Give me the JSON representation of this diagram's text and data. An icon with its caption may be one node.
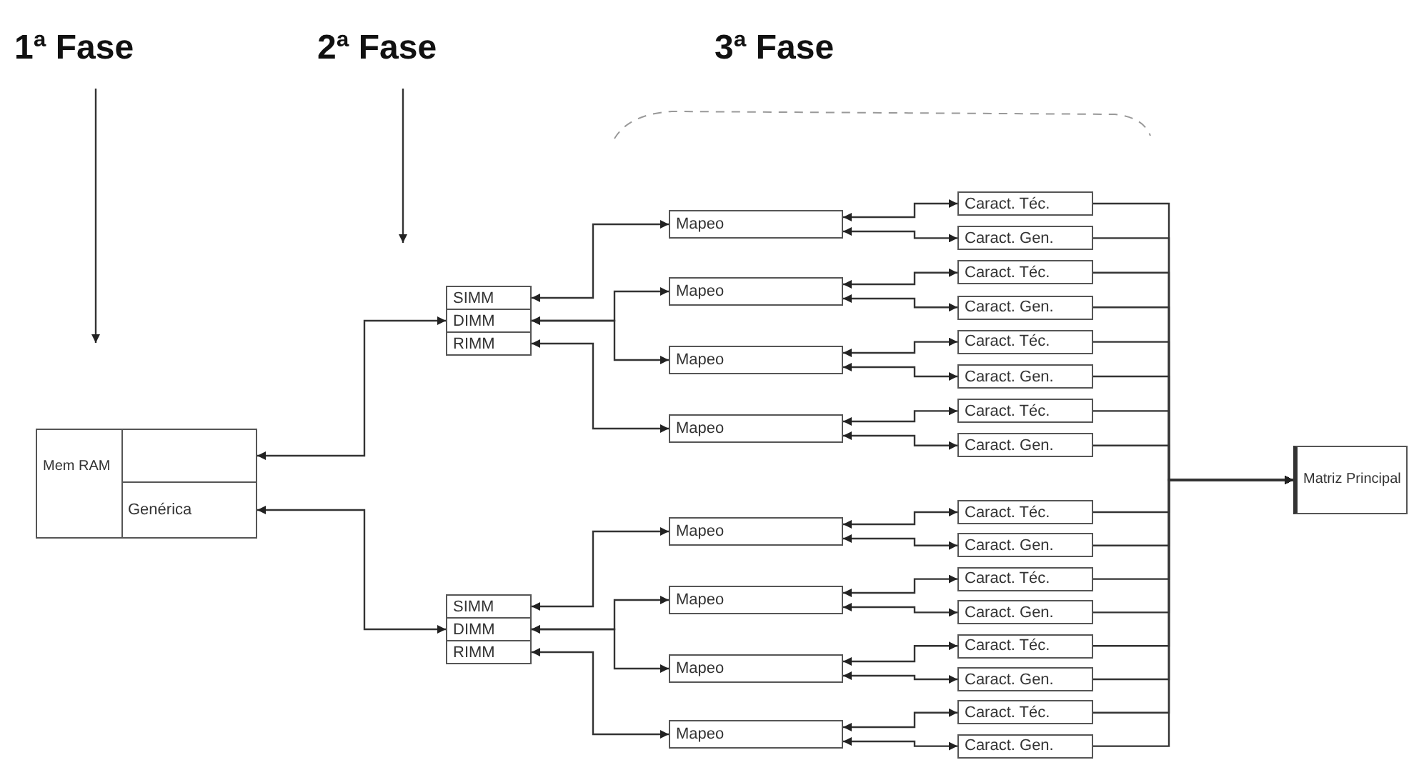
{
  "diagram": {
    "nodes": [
      {
        "text": [
          "1ª Fase"
        ]
      },
      {
        "text": [
          "2ª Fase"
        ]
      },
      {
        "text": [
          "Mem RAM"
        ]
      },
      {
        "text": [],
        "shape": "box",
        "in": 2
      },
      {
        "text": [
          "Genérica"
        ],
        "in": 2
      },
      {
        "text": [
          "SIMM"
        ]
      },
      {
        "text": [
          "DIMM"
        ]
      },
      {
        "text": [
          "RIMM"
        ]
      },
      {
        "text": [
          "Mapeo"
        ]
      },
      {
        "text": [
          "Mapeo"
        ]
      },
      {
        "text": [
          "Mapeo"
        ]
      },
      {
        "text": [
          "Mapeo"
        ]
      },
      {
        "text": [
          "Caract. Téc."
        ]
      },
      {
        "text": [
          "Caract. Gen."
        ]
      },
      {
        "text": [
          "Caract. Téc."
        ]
      },
      {
        "text": [
          "Caract. Gen."
        ]
      },
      {
        "text": [
          "Caract. Téc."
        ]
      },
      {
        "text": [
          "Caract. Gen."
        ]
      },
      {
        "text": [
          "Caract. Téc."
        ]
      },
      {
        "text": [
          "Caract. Gen."
        ]
      },
      {
        "text": [
          "SIMM"
        ]
      },
      {
        "text": [
          "DIMM"
        ]
      },
      {
        "text": [
          "RIMM"
        ]
      },
      {
        "text": [
          "Mapeo"
        ]
      },
      {
        "text": [
          "Mapeo"
        ]
      },
      {
        "text": [
          "Mapeo"
        ]
      },
      {
        "text": [
          "Mapeo"
        ]
      },
      {
        "text": [
          "Caract. Téc."
        ]
      },
      {
        "text": [
          "Caract. Gen."
        ]
      },
      {
        "text": [
          "Caract. Téc."
        ]
      },
      {
        "text": [
          "Caract. Gen."
        ]
      },
      {
        "text": [
          "Caract. Téc."
        ]
      },
      {
        "text": [
          "Caract. Gen."
        ]
      },
      {
        "text": [
          "Caract. Téc."
        ]
      },
      {
        "text": [
          "Caract. Gen."
        ]
      },
      {
        "text": [
          "Matriz Principal"
        ]
      }
    ],
    "edges": [
      {
        "from": 0,
        "to": null,
        "arrow": "to"
      },
      {
        "from": 1,
        "to": null,
        "arrow": "to"
      },
      {
        "from": 3,
        "to": 6,
        "arrow": "both"
      },
      {
        "from": 4,
        "to": 21,
        "arrow": "both"
      },
      {
        "from": 5,
        "to": 8,
        "arrow": "both"
      },
      {
        "from": 6,
        "to": 9,
        "arrow": "both"
      },
      {
        "from": 6,
        "to": 10,
        "arrow": "both"
      },
      {
        "from": 7,
        "to": 11,
        "arrow": "both"
      },
      {
        "from": 8,
        "to": 12,
        "arrow": "both"
      },
      {
        "from": 8,
        "to": 13,
        "arrow": "both"
      },
      {
        "from": 9,
        "to": 14,
        "arrow": "both"
      },
      {
        "from": 9,
        "to": 15,
        "arrow": "both"
      },
      {
        "from": 10,
        "to": 16,
        "arrow": "both"
      },
      {
        "from": 10,
        "to": 17,
        "arrow": "both"
      },
      {
        "from": 11,
        "to": 18,
        "arrow": "both"
      },
      {
        "from": 11,
        "to": 19,
        "arrow": "both"
      },
      {
        "from": 20,
        "to": 23,
        "arrow": "both"
      },
      {
        "from": 21,
        "to": 24,
        "arrow": "both"
      },
      {
        "from": 21,
        "to": 25,
        "arrow": "both"
      },
      {
        "from": 22,
        "to": 26,
        "arrow": "both"
      },
      {
        "from": 23,
        "to": 27,
        "arrow": "both"
      },
      {
        "from": 23,
        "to": 28,
        "arrow": "both"
      },
      {
        "from": 24,
        "to": 29,
        "arrow": "both"
      },
      {
        "from": 24,
        "to": 30,
        "arrow": "both"
      },
      {
        "from": 25,
        "to": 31,
        "arrow": "both"
      },
      {
        "from": 25,
        "to": 32,
        "arrow": "both"
      },
      {
        "from": 26,
        "to": 33,
        "arrow": "both"
      },
      {
        "from": 26,
        "to": 34,
        "arrow": "both"
      },
      {
        "from": 12,
        "to": 35,
        "arrow": "to"
      },
      {
        "from": 13,
        "to": 35,
        "arrow": "to"
      },
      {
        "from": 14,
        "to": 35,
        "arrow": "to"
      },
      {
        "from": 15,
        "to": 35,
        "arrow": "to"
      },
      {
        "from": 16,
        "to": 35,
        "arrow": "to"
      },
      {
        "from": 17,
        "to": 35,
        "arrow": "to"
      },
      {
        "from": 18,
        "to": 35,
        "arrow": "to"
      },
      {
        "from": 19,
        "to": 35,
        "arrow": "to"
      },
      {
        "from": 27,
        "to": 35,
        "arrow": "to"
      },
      {
        "from": 28,
        "to": 35,
        "arrow": "to"
      },
      {
        "from": 29,
        "to": 35,
        "arrow": "to"
      },
      {
        "from": 30,
        "to": 35,
        "arrow": "to"
      },
      {
        "from": 31,
        "to": 35,
        "arrow": "to"
      },
      {
        "from": 32,
        "to": 35,
        "arrow": "to"
      },
      {
        "from": 33,
        "to": 35,
        "arrow": "to"
      },
      {
        "from": 34,
        "to": 35,
        "arrow": "to"
      }
    ],
    "labels": [
      "3ª Fase"
    ]
  }
}
